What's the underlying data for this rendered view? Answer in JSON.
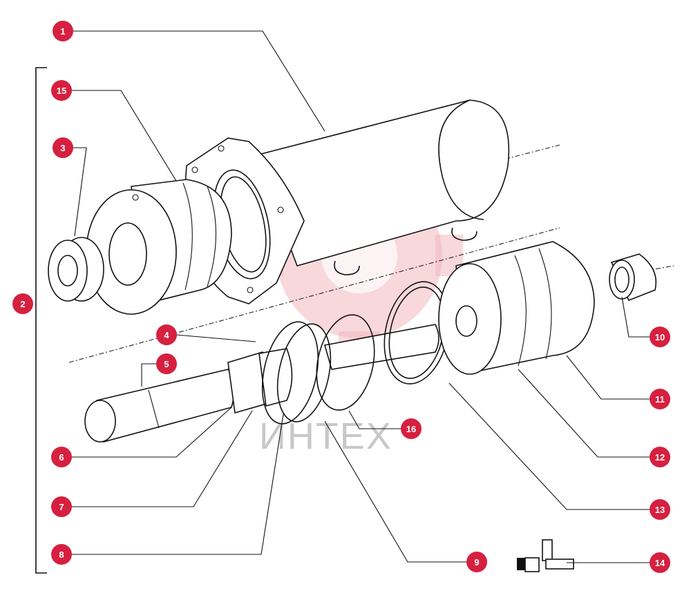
{
  "diagram": {
    "type": "exploded-parts-view",
    "watermark_text": "ИНТЕХ",
    "callout_color": "#d6203f",
    "callout_text_color": "#ffffff",
    "callouts": [
      {
        "label": "1"
      },
      {
        "label": "2"
      },
      {
        "label": "3"
      },
      {
        "label": "4"
      },
      {
        "label": "5"
      },
      {
        "label": "6"
      },
      {
        "label": "7"
      },
      {
        "label": "8"
      },
      {
        "label": "9"
      },
      {
        "label": "10"
      },
      {
        "label": "11"
      },
      {
        "label": "12"
      },
      {
        "label": "13"
      },
      {
        "label": "14"
      },
      {
        "label": "15"
      },
      {
        "label": "16"
      }
    ]
  }
}
